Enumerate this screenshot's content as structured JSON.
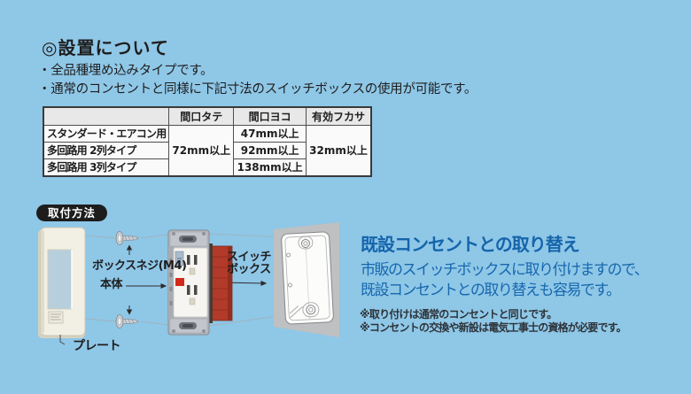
{
  "colors": {
    "background": "#8fc7e7",
    "accent_blue": "#1565ab",
    "note_dark": "#2d3339",
    "badge_bg": "#1d1d1d",
    "device_red": "#b13a2b"
  },
  "setup": {
    "title": "◎設置について",
    "bullet1": "・全品種埋め込みタイプです。",
    "bullet2": "・通常のコンセントと同様に下記寸法のスイッチボックスの使用が可能です。"
  },
  "spec_table": {
    "col_headers": [
      "間口タテ",
      "間口ヨコ",
      "有効フカサ"
    ],
    "rows": [
      {
        "label": "スタンダード・エアコン用",
        "yoko": "47mm以上"
      },
      {
        "label": "多回路用 2列タイプ",
        "yoko": "92mm以上"
      },
      {
        "label": "多回路用 3列タイプ",
        "yoko": "138mm以上"
      }
    ],
    "tate": "72mm以上",
    "fukasa": "32mm以上"
  },
  "mounting": {
    "badge": "取付方法",
    "plate_label": "プレート",
    "screw_label": "ボックスネジ(M4)",
    "body_label": "本体",
    "box_label_line1": "スイッチ",
    "box_label_line2": "ボックス"
  },
  "replacement": {
    "heading": "既設コンセントとの取り替え",
    "line1": "市販のスイッチボックスに取り付けますので、",
    "line2": "既設コンセントとの取り替えも容易です。",
    "note1": "※取り付けは通常のコンセントと同じです。",
    "note2": "※コンセントの交換や新設は電気工事士の資格が必要です。"
  }
}
